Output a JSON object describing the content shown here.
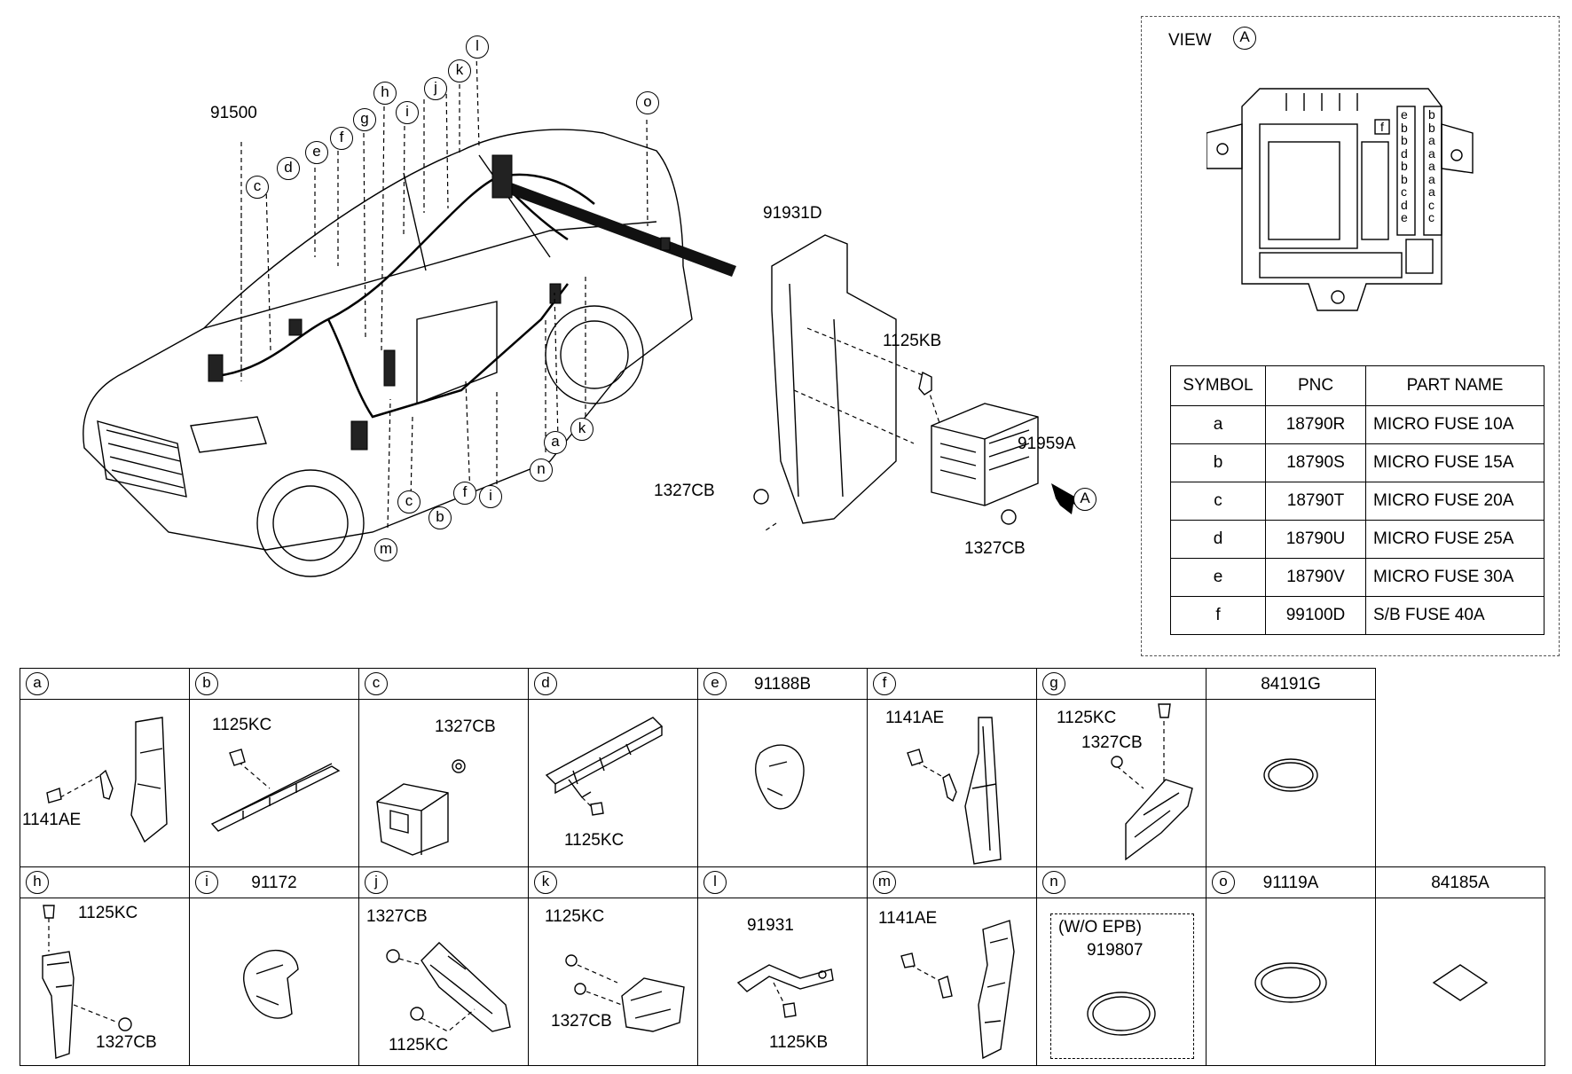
{
  "main": {
    "callout_letters": [
      "a",
      "b",
      "c",
      "d",
      "e",
      "f",
      "g",
      "h",
      "i",
      "j",
      "k",
      "l",
      "m",
      "n",
      "o"
    ],
    "part_labels": {
      "harness": "91500",
      "bracket": "91931D",
      "bolt": "1125KB",
      "junction_box": "91959A",
      "nut_left": "1327CB",
      "nut_right": "1327CB"
    },
    "view_arrow_letter": "A"
  },
  "view_panel": {
    "title": "VIEW",
    "title_letter": "A",
    "fuse_columns": {
      "left": [
        "e",
        "b",
        "b",
        "d",
        "b",
        "b",
        "c",
        "d",
        "e"
      ],
      "right": [
        "b",
        "b",
        "a",
        "a",
        "a",
        "a",
        "a",
        "c",
        "c"
      ]
    },
    "small_fuse_symbol": "f"
  },
  "symbol_table": {
    "headers": [
      "SYMBOL",
      "PNC",
      "PART NAME"
    ],
    "rows": [
      {
        "symbol": "a",
        "pnc": "18790R",
        "name": "MICRO FUSE 10A"
      },
      {
        "symbol": "b",
        "pnc": "18790S",
        "name": "MICRO FUSE 15A"
      },
      {
        "symbol": "c",
        "pnc": "18790T",
        "name": "MICRO FUSE 20A"
      },
      {
        "symbol": "d",
        "pnc": "18790U",
        "name": "MICRO FUSE 25A"
      },
      {
        "symbol": "e",
        "pnc": "18790V",
        "name": "MICRO FUSE 30A"
      },
      {
        "symbol": "f",
        "pnc": "99100D",
        "name": "S/B FUSE 40A"
      }
    ]
  },
  "detail_grid": {
    "row1": [
      {
        "letter": "a",
        "part": "",
        "labels": [
          "1141AE"
        ]
      },
      {
        "letter": "b",
        "part": "",
        "labels": [
          "1125KC"
        ]
      },
      {
        "letter": "c",
        "part": "",
        "labels": [
          "1327CB"
        ]
      },
      {
        "letter": "d",
        "part": "",
        "labels": [
          "1125KC"
        ]
      },
      {
        "letter": "e",
        "part": "91188B",
        "labels": []
      },
      {
        "letter": "f",
        "part": "",
        "labels": [
          "1141AE"
        ]
      },
      {
        "letter": "g",
        "part": "",
        "labels": [
          "1125KC",
          "1327CB"
        ]
      },
      {
        "letter": "",
        "part": "84191G",
        "labels": []
      }
    ],
    "row2": [
      {
        "letter": "h",
        "part": "",
        "labels": [
          "1125KC",
          "1327CB"
        ]
      },
      {
        "letter": "i",
        "part": "91172",
        "labels": []
      },
      {
        "letter": "j",
        "part": "",
        "labels": [
          "1327CB",
          "1125KC"
        ]
      },
      {
        "letter": "k",
        "part": "",
        "labels": [
          "1125KC",
          "1327CB"
        ]
      },
      {
        "letter": "l",
        "part": "",
        "labels": [
          "91931",
          "1125KB"
        ]
      },
      {
        "letter": "m",
        "part": "",
        "labels": [
          "1141AE"
        ]
      },
      {
        "letter": "n",
        "part": "",
        "labels": [
          "(W/O EPB)",
          "919807"
        ]
      },
      {
        "letter": "o",
        "part": "91119A",
        "labels": []
      },
      {
        "letter": "",
        "part": "84185A",
        "labels": []
      }
    ]
  }
}
